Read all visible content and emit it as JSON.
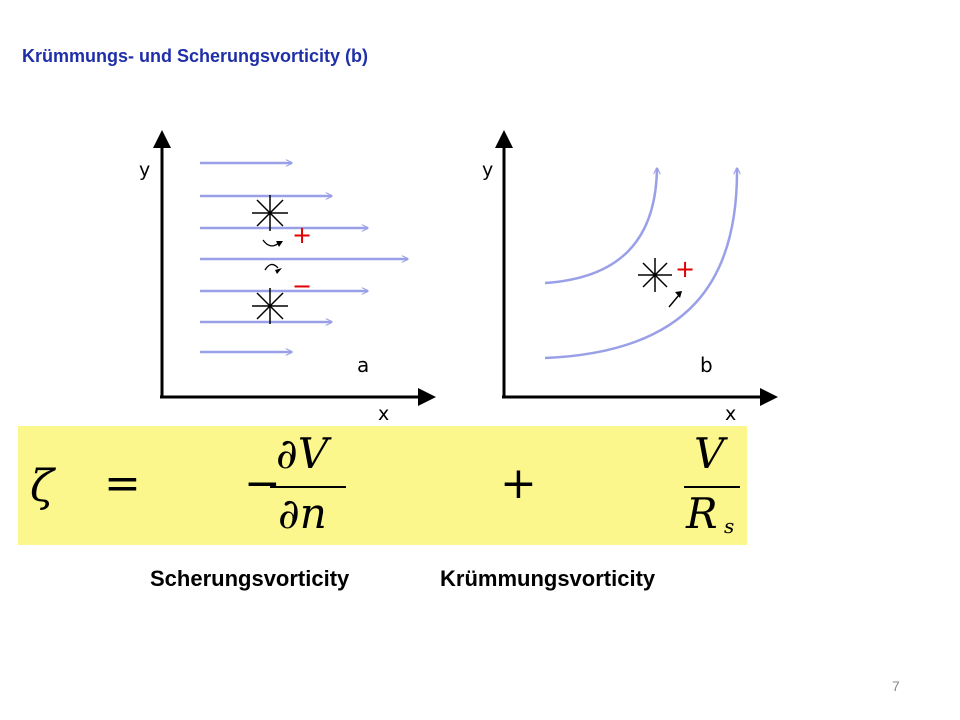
{
  "slide": {
    "title": "Krümmungs- und Scherungsvorticity (b)",
    "page_number": "7"
  },
  "panel_a": {
    "label": "a",
    "x_axis": "x",
    "y_axis": "y",
    "plus_sign": "+",
    "minus_sign": "−"
  },
  "panel_b": {
    "label": "b",
    "x_axis": "x",
    "y_axis": "y",
    "plus_sign": "+"
  },
  "formula": {
    "zeta": "ζ",
    "equals": "=",
    "minus": "−",
    "numerator_1": "∂V",
    "denominator_1": "∂n",
    "plus": "+",
    "numerator_2": "V",
    "denominator_2_main": "R",
    "denominator_2_sub": "s"
  },
  "captions": {
    "shear": "Scherungsvorticity",
    "curvature": "Krümmungsvorticity"
  },
  "colors": {
    "title": "#1f2fa8",
    "arrows": "#9aa0e8",
    "signs": "#e00000",
    "formula_bg": "#fcf78c"
  }
}
